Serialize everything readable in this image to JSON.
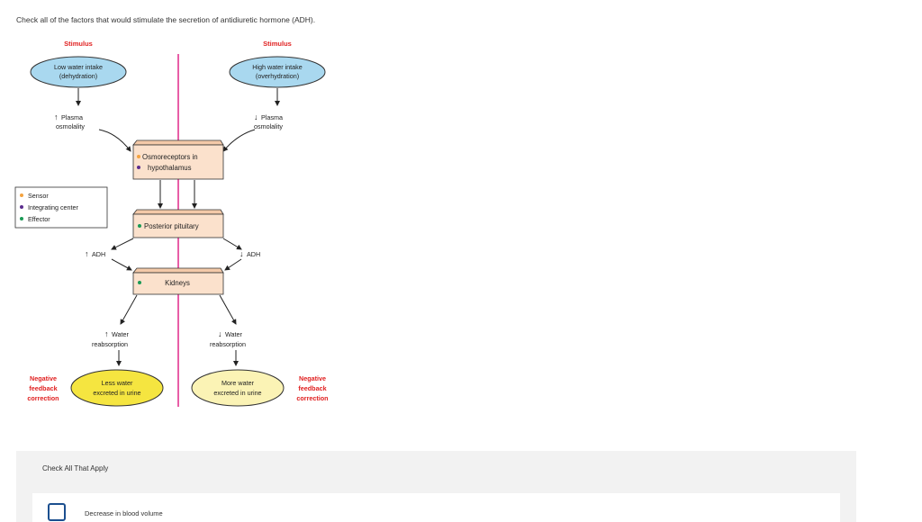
{
  "question": "Check all of the factors that would stimulate the secretion of antidiuretic hormone (ADH).",
  "figure": {
    "left_stimulus_heading": "Stimulus",
    "right_stimulus_heading": "Stimulus",
    "left_stimulus": [
      "Low water intake",
      "(dehydration)"
    ],
    "right_stimulus": [
      "High water intake",
      "(overhydration)"
    ],
    "left_osmolality": [
      "Plasma",
      "osmolality"
    ],
    "right_osmolality": [
      "Plasma",
      "osmolality"
    ],
    "osmoreceptors": [
      "Osmoreceptors in",
      "hypothalamus"
    ],
    "posterior_pituitary": "Posterior pituitary",
    "kidneys": "Kidneys",
    "left_adh": "ADH",
    "right_adh": "ADH",
    "left_reabsorption": [
      "Water",
      "reabsorption"
    ],
    "right_reabsorption": [
      "Water",
      "reabsorption"
    ],
    "left_outcome": [
      "Less water",
      "excreted in urine"
    ],
    "right_outcome": [
      "More water",
      "excreted in urine"
    ],
    "left_feedback": [
      "Negative",
      "feedback",
      "correction"
    ],
    "right_feedback": [
      "Negative",
      "feedback",
      "correction"
    ],
    "legend": {
      "sensor": "Sensor",
      "integrating_center": "Integrating center",
      "effector": "Effector"
    },
    "colors": {
      "sensor": "#f4a340",
      "integrating_center": "#5b2d8e",
      "effector": "#1a9a55",
      "stimulus_fill": "#a9d8ef",
      "box_fill": "#fbe1cc",
      "less_water_fill": "#f5e540",
      "more_water_fill": "#fbf3b5",
      "divider": "#e0288a",
      "heading_red": "#e02020"
    }
  },
  "check_panel": {
    "title": "Check All That Apply",
    "options": [
      "Decrease in blood volume"
    ]
  }
}
